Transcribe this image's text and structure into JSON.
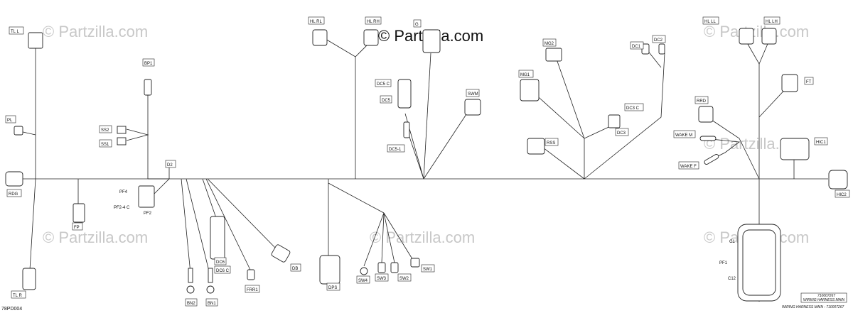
{
  "watermarks": [
    "© Partzilla.com",
    "© Partzilla.com",
    "© Partzilla.com",
    "© Partzilla.com",
    "© Partzilla.com",
    "© Partzilla.com"
  ],
  "copyright": "© Partzilla.com",
  "figure_ref": "78PD004",
  "title_block": {
    "caption": "WIRING HARNESS MAIN : 710007267",
    "line1": "710007267",
    "line2": "WIRING HARNESS MAIN"
  },
  "labels": {
    "TL_L": "TL L",
    "TL_R": "TL R",
    "PL": "PL",
    "RDG": "RDG",
    "FP": "FP",
    "BP1": "BP1",
    "SS2": "SS2",
    "SS1": "SS1",
    "D2": "D2",
    "PF4": "PF4",
    "PF2_4_C": "PF2-4 C",
    "PF2": "PF2",
    "BN2": "BN2",
    "BN1": "BN1",
    "DC6": "DC6",
    "DC6_C": "DC6 C",
    "FRR1": "FRR1",
    "DB": "DB",
    "HL_RL": "HL RL",
    "HL_RH": "HL RH",
    "G": "G",
    "DC5_C": "DC5 C",
    "DC5": "DC5",
    "DC5_1": "DC5-1",
    "SWM": "SWM",
    "DPS": "DPS",
    "SW4": "SW4",
    "SW3": "SW3",
    "SW2": "SW2",
    "SW1": "SW1",
    "MG2": "MG2",
    "MG1": "MG1",
    "DC1": "DC1",
    "DC2": "DC2",
    "DC3_C": "DC3 C",
    "DC3": "DC3",
    "RSS": "RSS",
    "HL_LL": "HL LL",
    "HL_LH": "HL LH",
    "FT": "FT",
    "RRD": "RRD",
    "WAKE_M": "WAKE M",
    "WAKE_F": "WAKE F",
    "HIC1": "HIC1",
    "HIC2": "HIC2",
    "C1": "C1",
    "PF1": "PF1",
    "C12": "C12"
  }
}
